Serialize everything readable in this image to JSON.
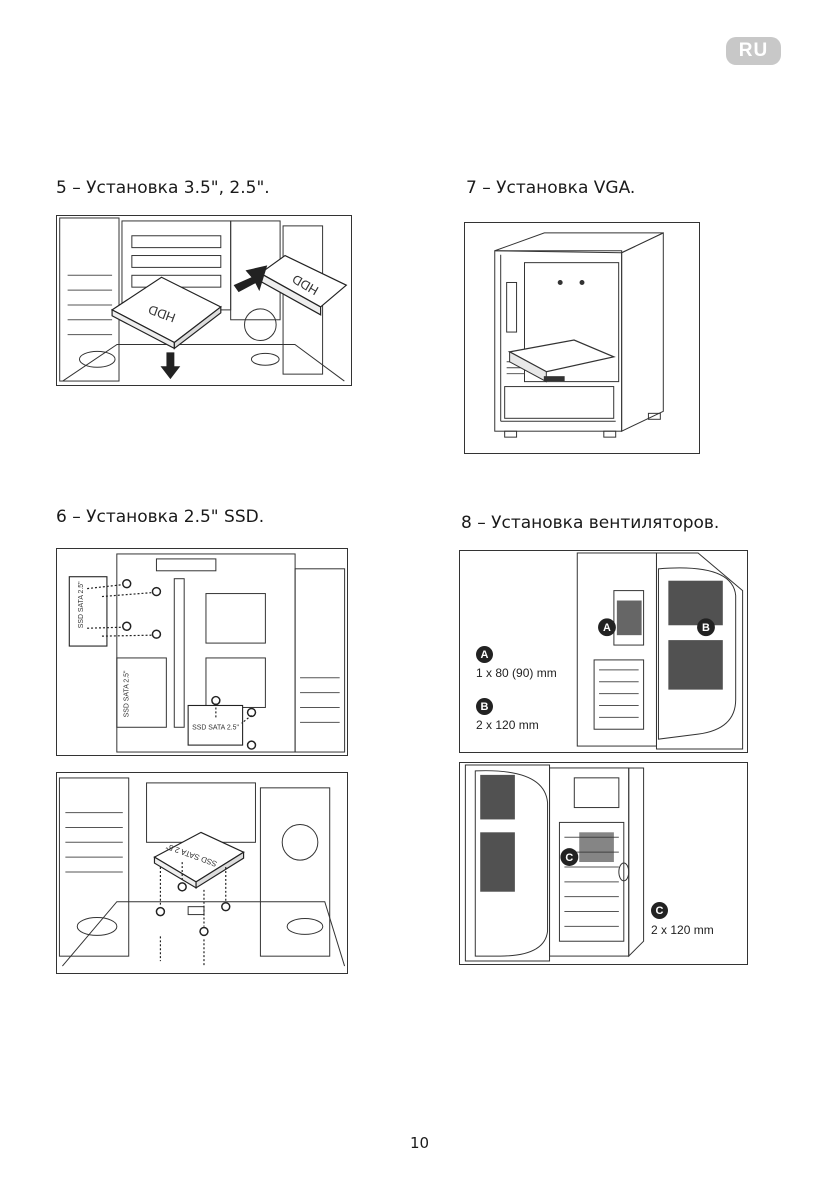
{
  "lang_badge": "RU",
  "sections": {
    "s5": {
      "title": "5 – Установка 3.5\", 2.5\"."
    },
    "s6": {
      "title": "6 – Установка 2.5\" SSD."
    },
    "s7": {
      "title": "7 – Установка VGA."
    },
    "s8": {
      "title": "8 – Установка вентиляторов."
    }
  },
  "figure5": {
    "hdd_label": "HDD"
  },
  "figure6": {
    "ssd_label": "SSD SATA 2.5\""
  },
  "figure8": {
    "marker_a": "A",
    "marker_b": "B",
    "marker_c": "C",
    "legend_a": "1 x 80 (90) mm",
    "legend_b": "2 x 120 mm",
    "legend_c": "2 x 120 mm"
  },
  "page_number": "10"
}
